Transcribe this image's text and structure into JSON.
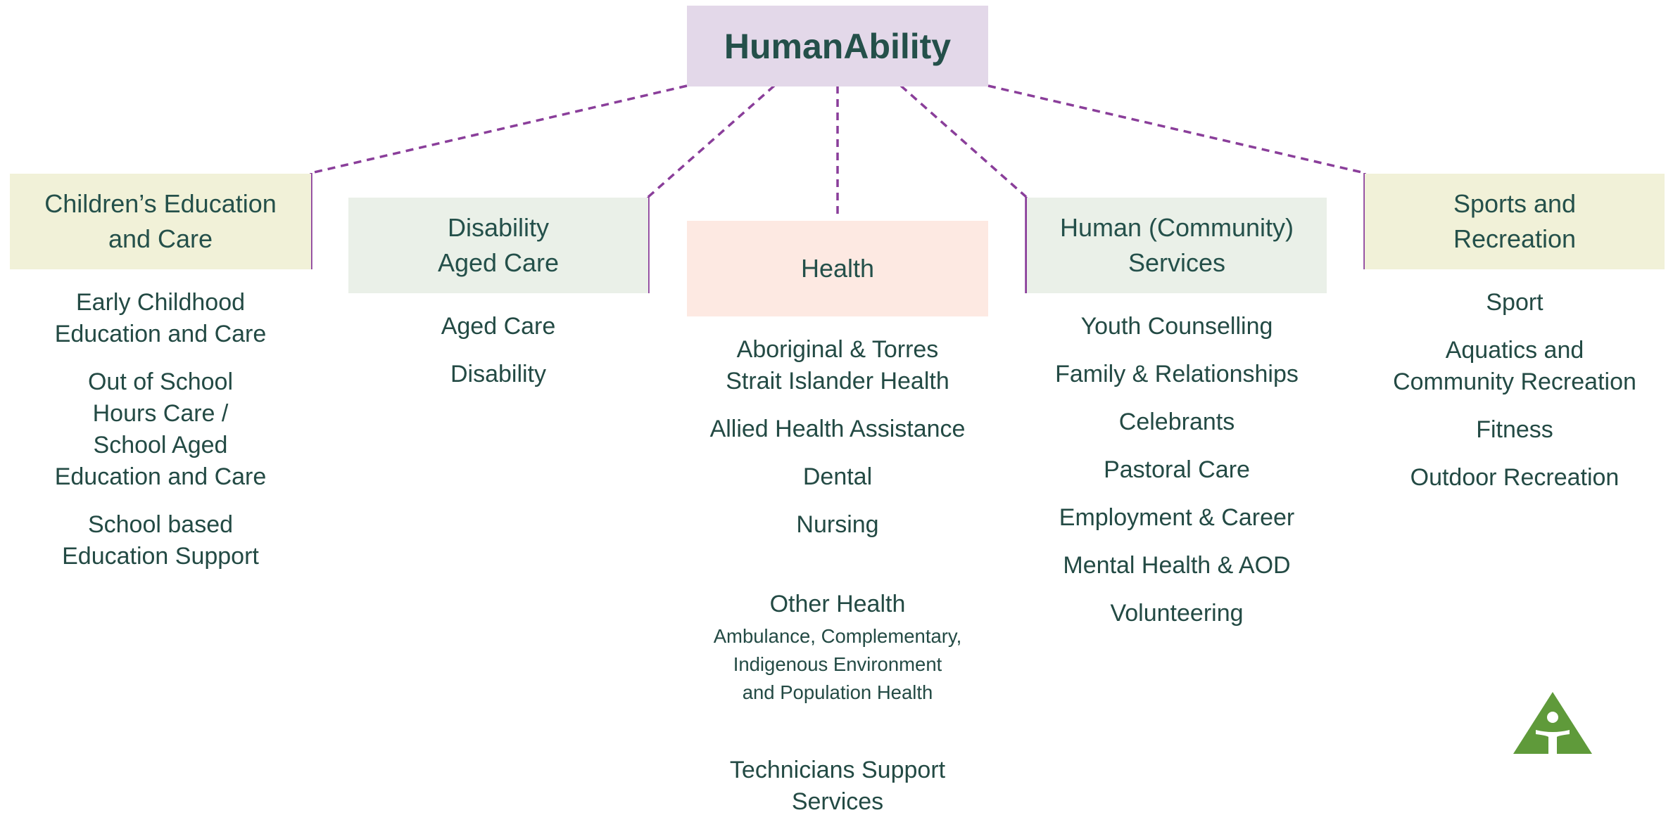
{
  "root": {
    "title": "HumanAbility"
  },
  "colors": {
    "connector": "#8a3e9a",
    "root_bg": "#e3d8e9",
    "header_yellow": "#f1f1d8",
    "header_green": "#eaf0e8",
    "header_peach": "#fde9e2",
    "text": "#234a44",
    "logo": "#5f9a3a"
  },
  "categories": [
    {
      "title": "Children’s Education\nand Care",
      "items": [
        {
          "label": "Early Childhood\nEducation and Care"
        },
        {
          "label": "Out of School\nHours Care /\nSchool Aged\nEducation and Care"
        },
        {
          "label": "School based\nEducation Support"
        }
      ]
    },
    {
      "title": "Disability\nAged Care",
      "items": [
        {
          "label": "Aged Care"
        },
        {
          "label": "Disability"
        }
      ]
    },
    {
      "title": "Health",
      "items": [
        {
          "label": "Aboriginal & Torres\nStrait Islander Health"
        },
        {
          "label": "Allied Health Assistance"
        },
        {
          "label": "Dental"
        },
        {
          "label": "Nursing"
        },
        {
          "label": "Other Health",
          "sub": "Ambulance, Complementary,\nIndigenous Environment\nand Population Health"
        },
        {
          "label": "Technicians Support\nServices"
        }
      ]
    },
    {
      "title": "Human (Community)\nServices",
      "items": [
        {
          "label": "Youth Counselling"
        },
        {
          "label": "Family & Relationships"
        },
        {
          "label": "Celebrants"
        },
        {
          "label": "Pastoral Care"
        },
        {
          "label": "Employment & Career"
        },
        {
          "label": "Mental Health & AOD"
        },
        {
          "label": "Volunteering"
        }
      ]
    },
    {
      "title": "Sports and\nRecreation",
      "items": [
        {
          "label": "Sport"
        },
        {
          "label": "Aquatics and\nCommunity Recreation"
        },
        {
          "label": "Fitness"
        },
        {
          "label": "Outdoor Recreation"
        }
      ]
    }
  ]
}
